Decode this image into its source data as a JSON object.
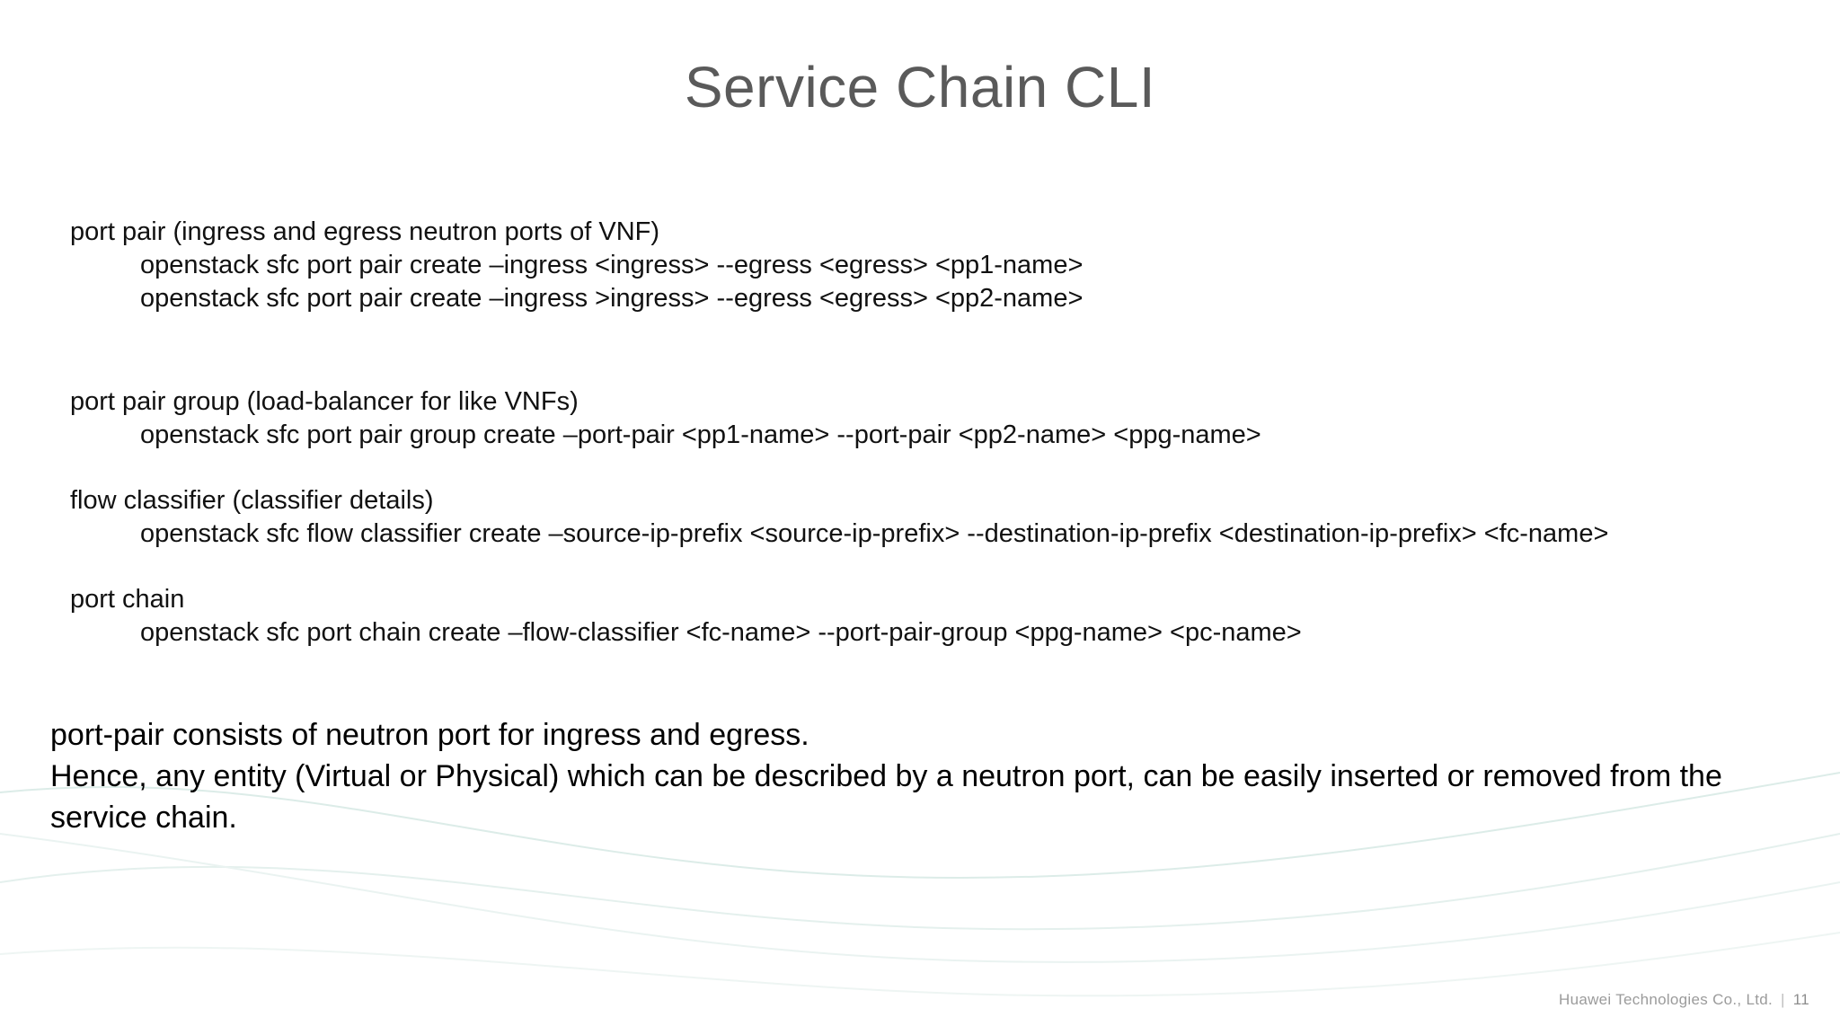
{
  "slide": {
    "title": "Service Chain CLI",
    "background_color": "#ffffff",
    "title_color": "#5a5a5a"
  },
  "sections": [
    {
      "heading": "port pair (ingress and egress neutron ports of VNF)",
      "commands": [
        "openstack sfc port pair create –ingress <ingress> --egress <egress> <pp1-name>",
        "openstack sfc port pair create –ingress >ingress> --egress <egress> <pp2-name>"
      ]
    },
    {
      "heading": "port pair group (load-balancer for like VNFs)",
      "commands": [
        "openstack sfc port pair group create –port-pair <pp1-name> --port-pair <pp2-name> <ppg-name>"
      ]
    },
    {
      "heading": "flow classifier (classifier details)",
      "commands": [
        "openstack sfc flow classifier create –source-ip-prefix <source-ip-prefix> --destination-ip-prefix <destination-ip-prefix> <fc-name>"
      ]
    },
    {
      "heading": "port chain",
      "commands": [
        "openstack sfc port chain create –flow-classifier <fc-name> --port-pair-group <ppg-name> <pc-name>"
      ]
    }
  ],
  "summary": {
    "lines": [
      "port-pair consists of neutron port for ingress and egress.",
      "Hence, any entity (Virtual or Physical) which can be described by a neutron port, can be easily inserted or removed from the service chain."
    ]
  },
  "footer": {
    "company": "Huawei Technologies Co., Ltd.",
    "separator": "|",
    "page_number": "11"
  }
}
